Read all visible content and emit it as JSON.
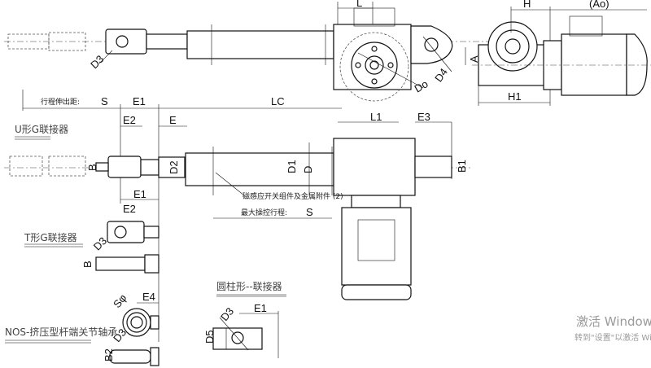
{
  "labels": {
    "L": "L",
    "A": "A",
    "D4": "D4",
    "Do": "Do",
    "D3_top": "D3",
    "H": "H",
    "Ao": "(Ao)",
    "H1": "H1",
    "stroke_ext": "行程伸出距:",
    "S": "S",
    "E1": "E1",
    "LC": "LC",
    "E2": "E2",
    "E": "E",
    "D2": "D2",
    "B": "B",
    "D1": "D1",
    "D": "D",
    "L1": "L1",
    "E3": "E3",
    "B1": "B1",
    "switch_note": "磁感应开关组件及金属附件 (2)",
    "max_stroke": "最大操控行程:",
    "E1_t": "E1",
    "E2_t": "E2",
    "D3_t": "D3",
    "B_t": "B",
    "E4": "E4",
    "S_phi": "Sφ",
    "D3_n": "D3",
    "B2": "B2",
    "E1_c": "E1",
    "D3_c": "D3",
    "D5": "D5"
  },
  "captions": {
    "u_clevis": "U形G联接器",
    "t_clevis": "T形G联接器",
    "nos": "NOS-挤压型杆端关节轴承",
    "cylindrical": "圆柱形--联接器"
  },
  "watermark": {
    "line1": "激活 Windows",
    "line2": "转到\"设置\"以激活 Windows。"
  }
}
